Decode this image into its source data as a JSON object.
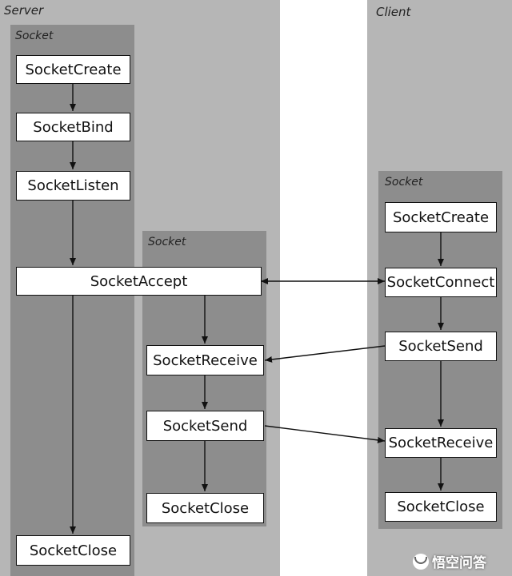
{
  "lanes": {
    "server": "Server",
    "client": "Client"
  },
  "groups": {
    "server_socket": "Socket",
    "child_socket": "Socket",
    "client_socket": "Socket"
  },
  "nodes": {
    "server_create": "SocketCreate",
    "server_bind": "SocketBind",
    "server_listen": "SocketListen",
    "server_accept": "SocketAccept",
    "server_close": "SocketClose",
    "child_receive": "SocketReceive",
    "child_send": "SocketSend",
    "child_close": "SocketClose",
    "client_create": "SocketCreate",
    "client_connect": "SocketConnect",
    "client_send": "SocketSend",
    "client_receive": "SocketReceive",
    "client_close": "SocketClose"
  },
  "watermark": {
    "text": "悟空问答",
    "icon": "wukong-logo-icon"
  }
}
